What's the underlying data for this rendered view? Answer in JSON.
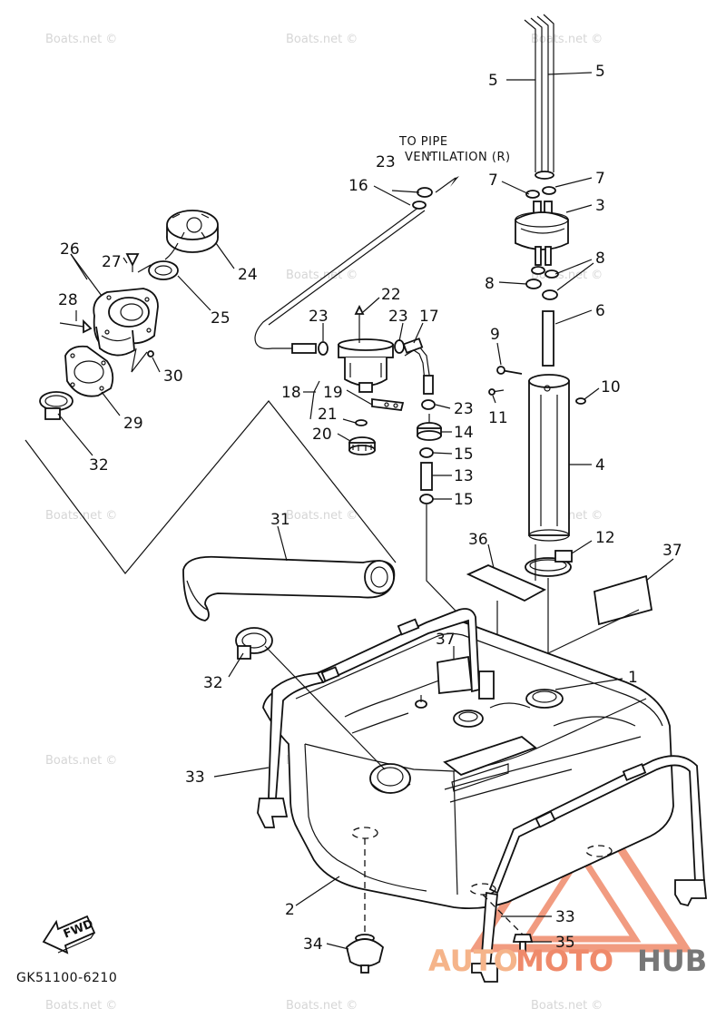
{
  "callouts": {
    "n1": "1",
    "n2": "2",
    "n3": "3",
    "n4": "4",
    "n5a": "5",
    "n5b": "5",
    "n6": "6",
    "n7a": "7",
    "n7b": "7",
    "n8a": "8",
    "n8b": "8",
    "n9": "9",
    "n10": "10",
    "n11": "11",
    "n12": "12",
    "n13": "13",
    "n14": "14",
    "n15a": "15",
    "n15b": "15",
    "n16": "16",
    "n17": "17",
    "n18": "18",
    "n19": "19",
    "n20": "20",
    "n21": "21",
    "n22": "22",
    "n23a": "23",
    "n23b": "23",
    "n23c": "23",
    "n23d": "23",
    "n24": "24",
    "n25": "25",
    "n26": "26",
    "n27": "27",
    "n28": "28",
    "n29": "29",
    "n30": "30",
    "n31": "31",
    "n32a": "32",
    "n32b": "32",
    "n33a": "33",
    "n33b": "33",
    "n34": "34",
    "n35": "35",
    "n36": "36",
    "n37a": "37",
    "n37b": "37"
  },
  "note": {
    "line1": "TO PIPE",
    "line2": "VENTILATION (R)"
  },
  "fwd_label": "FWD",
  "diagram_code": "GK51100-6210",
  "watermark": "Boats.net ©",
  "logo": {
    "part1": "AUTO",
    "part2": "MOTO",
    "part3": "HUB",
    "color_primary": "#ef8a6b",
    "color_secondary": "#f5b48a",
    "color_text": "#777777"
  }
}
